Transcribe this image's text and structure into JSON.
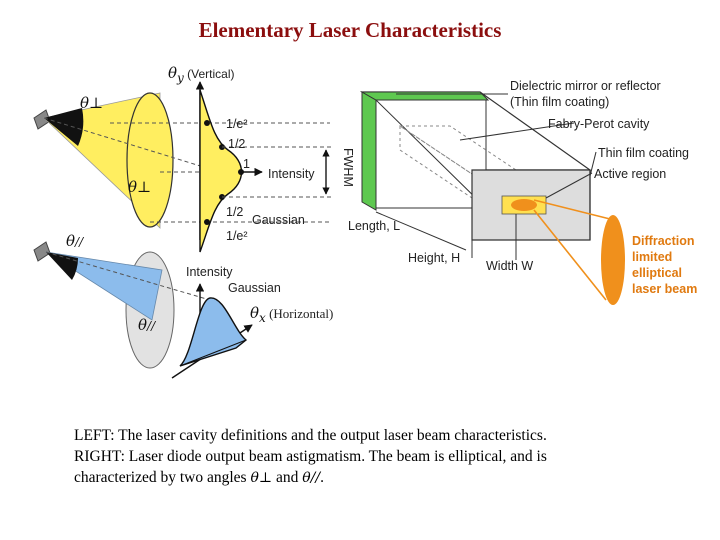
{
  "title": "Elementary Laser Characteristics",
  "left_diagram": {
    "theta_y_label": "θy (Vertical)",
    "theta_perp": "θ⊥",
    "one_over_e2_top": "1/e²",
    "half_top": "1/2",
    "one": "1",
    "intensity_top": "Intensity",
    "half_bottom": "1/2",
    "one_over_e2_bottom": "1/e²",
    "fwhm": "FWHM",
    "gaussian_top": "Gaussian",
    "theta_par": "θ//",
    "intensity_bottom": "Intensity",
    "gaussian_bottom": "Gaussian",
    "theta_x_label": "θx (Horizontal)"
  },
  "right_diagram": {
    "mirror_line1": "Dielectric mirror or reflector",
    "mirror_line2": "(Thin film coating)",
    "fabry_perot": "Fabry-Perot cavity",
    "thin_film": "Thin film coating",
    "active_region": "Active region",
    "length": "Length, L",
    "height": "Height, H",
    "width": "Width W",
    "diffraction": [
      "Diffraction",
      "limited",
      "elliptical",
      "laser beam"
    ],
    "colors": {
      "mirror_green": "#5ec850",
      "beam_orange": "#f0901c",
      "beam_yellow": "#ffee60",
      "beam_blue": "#8cbcec"
    }
  },
  "caption": {
    "line1": "LEFT: The laser cavity definitions and the output laser beam characteristics.",
    "line2": "RIGHT: Laser diode output beam astigmatism. The beam is elliptical, and is",
    "line3_prefix": "characterized by two angles",
    "theta_perp": "θ⊥",
    "and": "and",
    "theta_par": "θ//",
    "suffix": "."
  }
}
